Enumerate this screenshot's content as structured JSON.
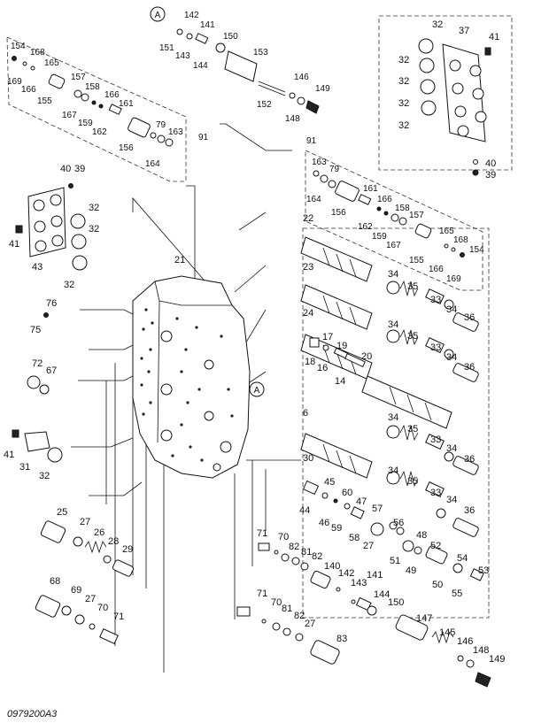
{
  "figure": {
    "drawing_code": "0979200A3",
    "view_marker": "A",
    "callouts": {
      "c154": "154",
      "c168a": "168",
      "c165a": "165",
      "c169a": "169",
      "c166a": "166",
      "c155a": "155",
      "c157a": "157",
      "c158a": "158",
      "c166b": "166",
      "c167a": "167",
      "c159a": "159",
      "c162a": "162",
      "c161a": "161",
      "c156a": "156",
      "c79a": "79",
      "c163a": "163",
      "c164a": "164",
      "c91a": "91",
      "c142a": "142",
      "c141a": "141",
      "c151a": "151",
      "c143a": "143",
      "c144a": "144",
      "c150a": "150",
      "c153a": "153",
      "c146a": "146",
      "c149a": "149",
      "c152a": "152",
      "c148a": "148",
      "c32a": "32",
      "c32b": "32",
      "c32c": "32",
      "c32d": "32",
      "c32e": "32",
      "c37a": "37",
      "c41a": "41",
      "c40a": "40",
      "c39a": "39",
      "c40b": "40",
      "c39b": "39",
      "c41b": "41",
      "c43a": "43",
      "c32f": "32",
      "c32g": "32",
      "c32h": "32",
      "c91b": "91",
      "c163b": "163",
      "c79b": "79",
      "c164b": "164",
      "c156b": "156",
      "c161b": "161",
      "c166c": "166",
      "c158b": "158",
      "c162b": "162",
      "c159b": "159",
      "c167b": "167",
      "c157b": "157",
      "c165b": "165",
      "c168b": "168",
      "c154b": "154",
      "c155b": "155",
      "c166d": "166",
      "c169b": "169",
      "c22": "22",
      "c21": "21",
      "c23": "23",
      "c34a": "34",
      "c35a": "35",
      "c33a": "33",
      "c34b": "34",
      "c36a": "36",
      "c24": "24",
      "c34c": "34",
      "c35b": "35",
      "c33b": "33",
      "c34d": "34",
      "c36b": "36",
      "c76": "76",
      "c75": "75",
      "c17": "17",
      "c19": "19",
      "c20": "20",
      "c18": "18",
      "c16": "16",
      "c14": "14",
      "c72": "72",
      "c67": "67",
      "c6": "6",
      "c34e": "34",
      "c35c": "35",
      "c33c": "33",
      "c34f": "34",
      "c36c": "36",
      "c41c": "41",
      "c31": "31",
      "c32i": "32",
      "c30": "30",
      "c34g": "34",
      "c35d": "35",
      "c33d": "33",
      "c34h": "34",
      "c36d": "36",
      "c45": "45",
      "c60": "60",
      "c44": "44",
      "c46": "46",
      "c47": "47",
      "c57": "57",
      "c59": "59",
      "c58": "58",
      "c56": "56",
      "c27a": "27",
      "c48": "48",
      "c51": "51",
      "c52": "52",
      "c54": "54",
      "c53": "53",
      "c49": "49",
      "c50": "50",
      "c55": "55",
      "c25": "25",
      "c27b": "27",
      "c26": "26",
      "c28": "28",
      "c29": "29",
      "c71a": "71",
      "c70a": "70",
      "c82a": "82",
      "c81a": "81",
      "c82b": "82",
      "c140a": "140",
      "c142b": "142",
      "c143b": "143",
      "c141b": "141",
      "c144b": "144",
      "c68": "68",
      "c69": "69",
      "c27c": "27",
      "c70b": "70",
      "c71b": "71",
      "c71c": "71",
      "c70c": "70",
      "c81b": "81",
      "c82c": "82",
      "c27d": "27",
      "c83": "83",
      "c150b": "150",
      "c147": "147",
      "c145": "145",
      "c146b": "146",
      "c148b": "148",
      "c149b": "149"
    }
  }
}
